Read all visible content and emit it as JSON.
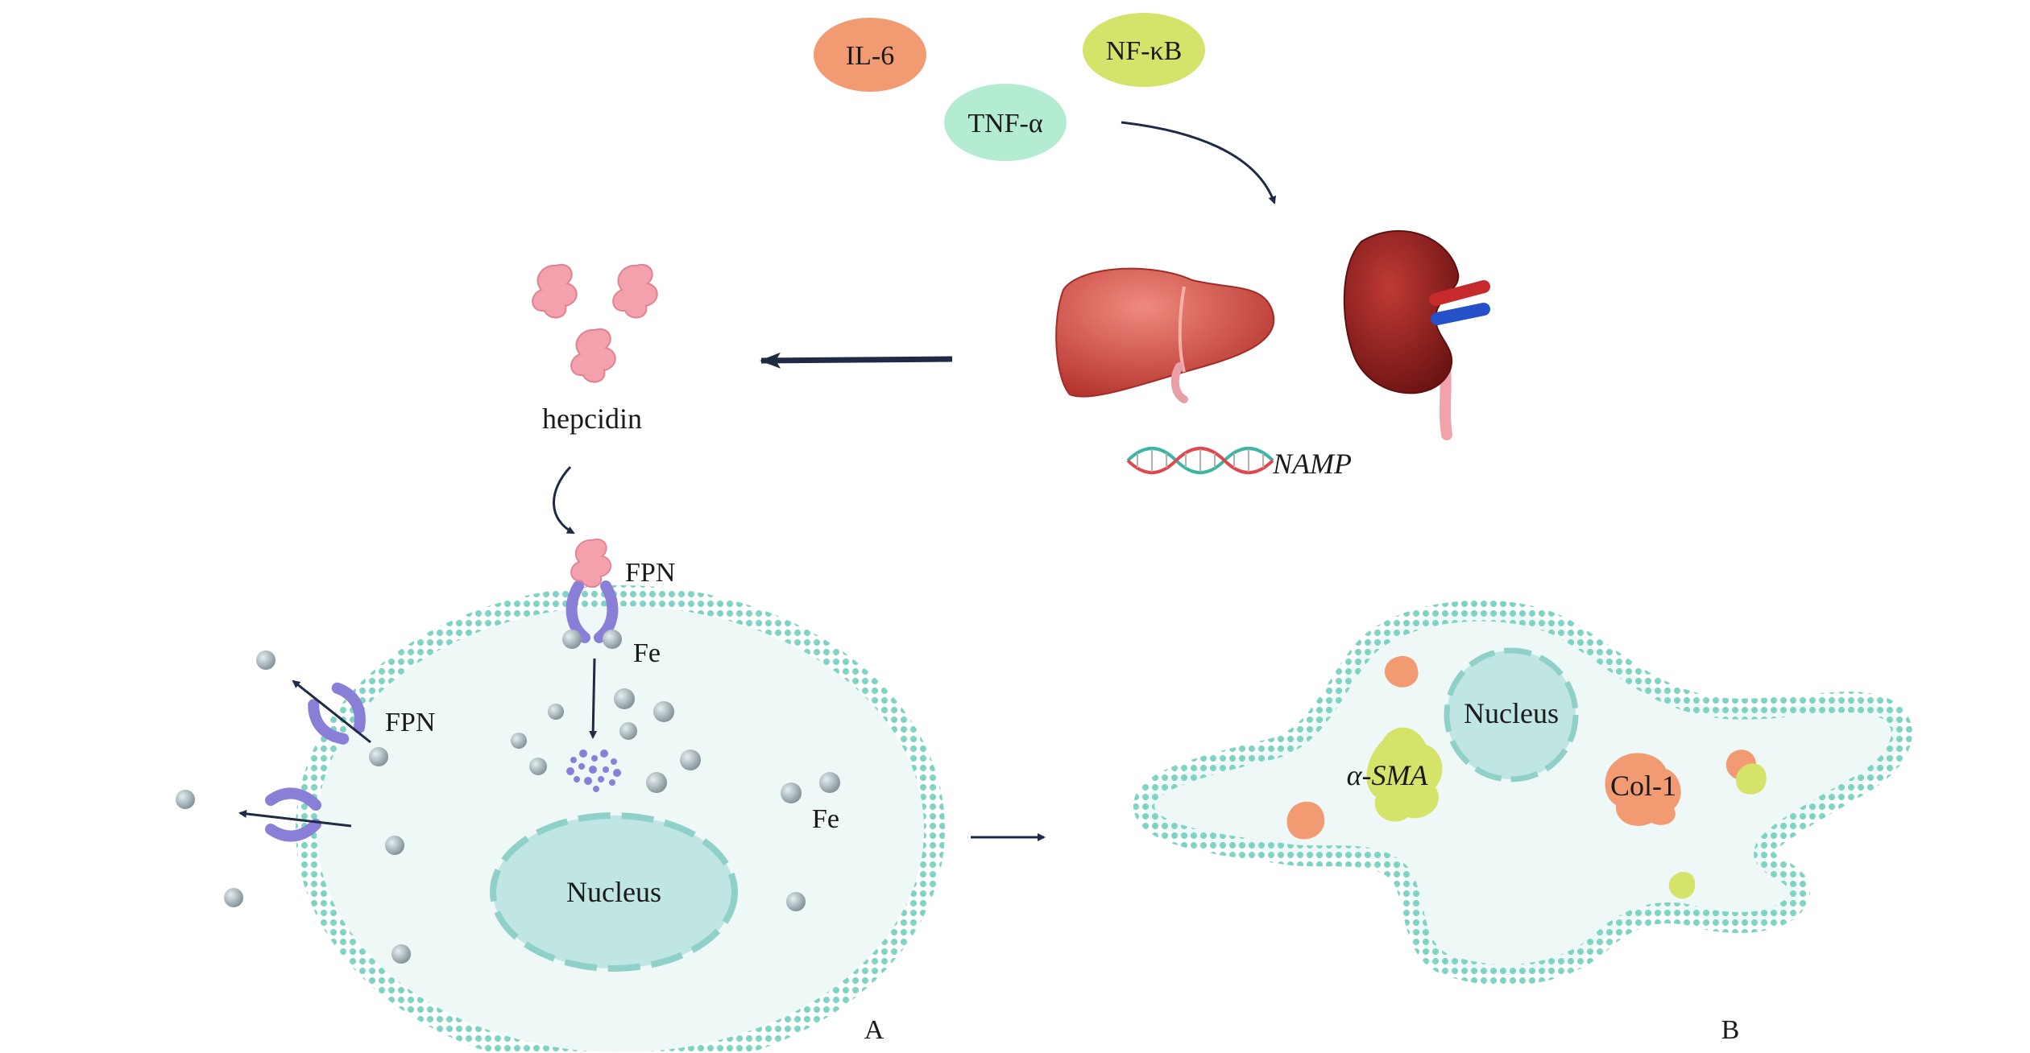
{
  "cytokines": {
    "il6": "IL-6",
    "nfkb": "NF-κB",
    "tnfa": "TNF-α"
  },
  "hepcidin_label": "hepcidin",
  "gene_label": "NAMP",
  "cell_a": {
    "fpn_top": "FPN",
    "fe_top": "Fe",
    "fpn_side": "FPN",
    "fe_inside": "Fe",
    "nucleus": "Nucleus",
    "panel_letter": "A"
  },
  "cell_b": {
    "nucleus": "Nucleus",
    "asma": "α-SMA",
    "col1": "Col-1",
    "panel_letter": "B"
  },
  "colors": {
    "membrane": "#7ed4c4",
    "cell_fill": "#eef9f7",
    "nucleus_fill": "#bfe6e2",
    "il6": "#f29a72",
    "nfkb": "#d6e36a",
    "tnfa": "#b4ecd2",
    "hepcidin": "#f3a2ad",
    "fpn": "#8a7fd6",
    "iron": "#9fadb3",
    "liver": "#d9544c",
    "kidney": "#9a2323"
  }
}
